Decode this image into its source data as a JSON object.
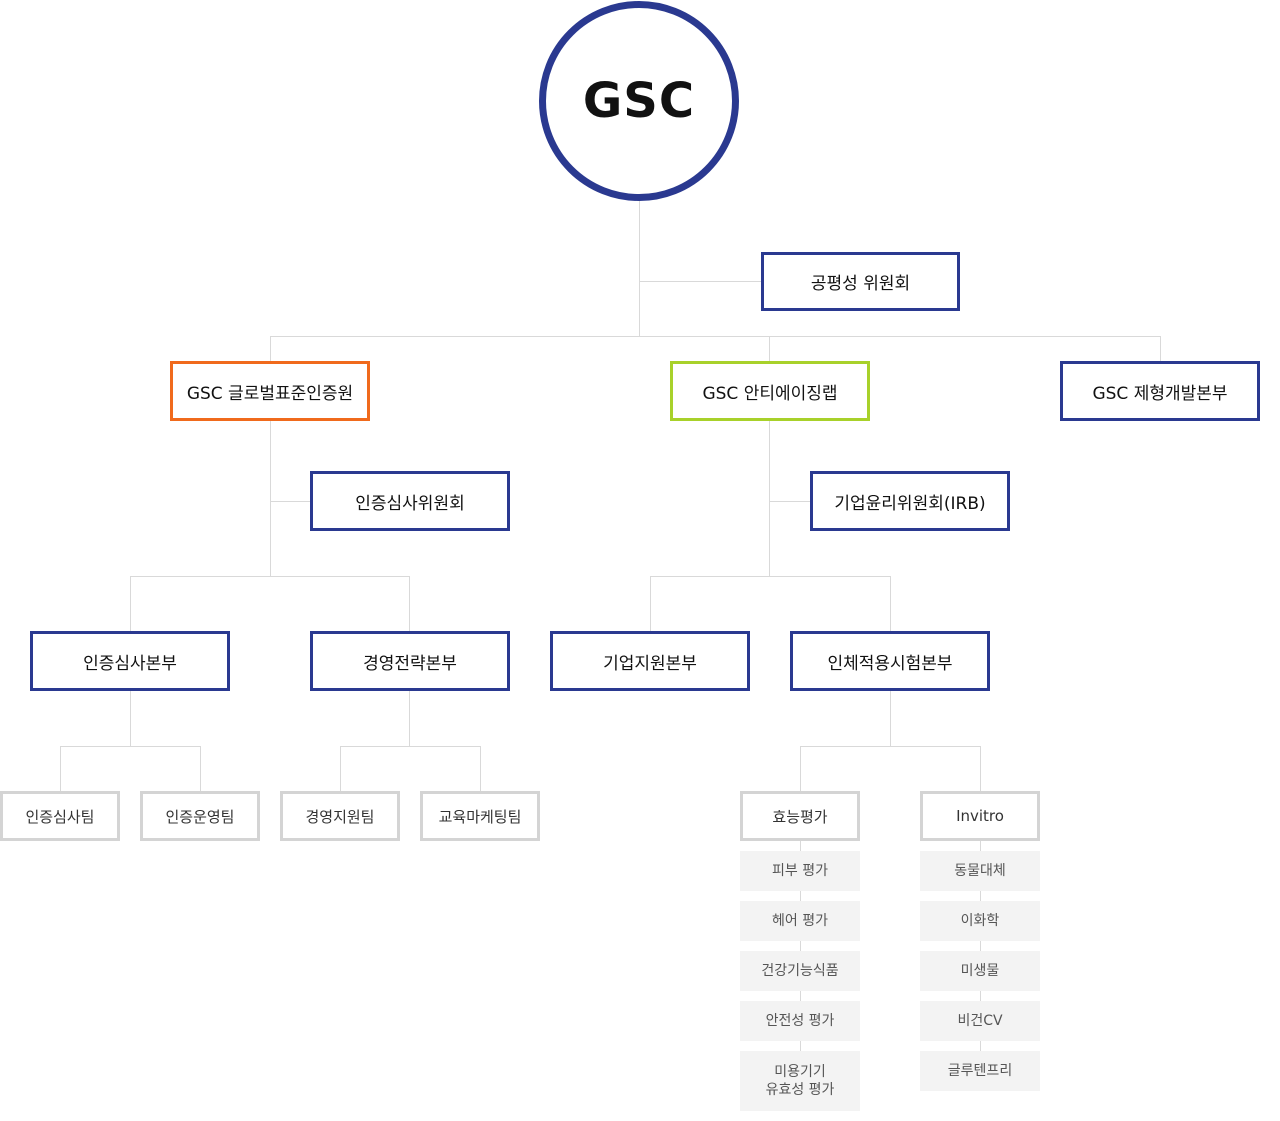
{
  "root": {
    "label": "GSC"
  },
  "fairness_committee": {
    "label": "공평성 위원회"
  },
  "divisions": [
    {
      "label": "GSC 글로벌표준인증원"
    },
    {
      "label": "GSC 안티에이징랩"
    },
    {
      "label": "GSC 제형개발본부"
    }
  ],
  "committees": [
    {
      "label": "인증심사위원회"
    },
    {
      "label": "기업윤리위원회(IRB)"
    }
  ],
  "headquarters": [
    {
      "label": "인증심사본부"
    },
    {
      "label": "경영전략본부"
    },
    {
      "label": "기업지원본부"
    },
    {
      "label": "인체적용시험본부"
    }
  ],
  "teams": [
    {
      "label": "인증심사팀"
    },
    {
      "label": "인증운영팀"
    },
    {
      "label": "경영지원팀"
    },
    {
      "label": "교육마케팅팀"
    }
  ],
  "test_groups": [
    {
      "label": "효능평가"
    },
    {
      "label": "Invitro"
    }
  ],
  "efficacy_items": [
    {
      "label": "피부 평가"
    },
    {
      "label": "헤어 평가"
    },
    {
      "label": "건강기능식품"
    },
    {
      "label": "안전성 평가"
    },
    {
      "label_line1": "미용기기",
      "label_line2": "유효성 평가"
    }
  ],
  "invitro_items": [
    {
      "label": "동물대체"
    },
    {
      "label": "이화학"
    },
    {
      "label": "미생물"
    },
    {
      "label": "비건CV"
    },
    {
      "label": "글루텐프리"
    }
  ],
  "colors": {
    "primary_border": "#2a3990",
    "orange_accent": "#f06a1c",
    "green_accent": "#a8d12a",
    "team_border": "#d4d4d4",
    "item_bg": "#f3f3f3",
    "connector": "#d9d9d9"
  }
}
